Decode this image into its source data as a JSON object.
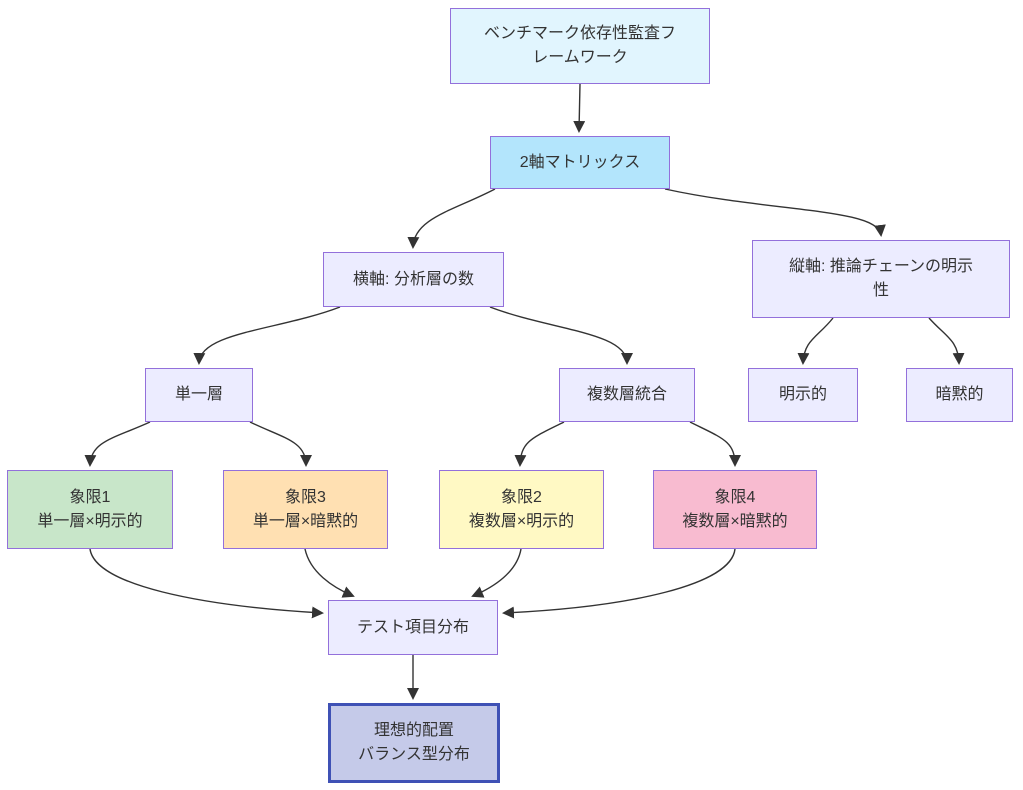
{
  "diagram": {
    "type": "flowchart",
    "edge_color": "#333333",
    "default_stroke": "#9370db",
    "nodes": {
      "root": {
        "label": "ベンチマーク依存性監査フ\nレームワーク",
        "fill": "#e1f5fe",
        "stroke": "#9370db"
      },
      "matrix": {
        "label": "2軸マトリックス",
        "fill": "#b3e5fc",
        "stroke": "#9370db"
      },
      "xaxis": {
        "label": "横軸: 分析層の数",
        "fill": "#ececff",
        "stroke": "#9370db"
      },
      "yaxis": {
        "label": "縦軸: 推論チェーンの明示\n性",
        "fill": "#ececff",
        "stroke": "#9370db"
      },
      "single": {
        "label": "単一層",
        "fill": "#ececff",
        "stroke": "#9370db"
      },
      "multi": {
        "label": "複数層統合",
        "fill": "#ececff",
        "stroke": "#9370db"
      },
      "explicit": {
        "label": "明示的",
        "fill": "#ececff",
        "stroke": "#9370db"
      },
      "implicit": {
        "label": "暗黙的",
        "fill": "#ececff",
        "stroke": "#9370db"
      },
      "q1": {
        "label": "象限1\n単一層×明示的",
        "fill": "#c8e6c9",
        "stroke": "#9370db"
      },
      "q3": {
        "label": "象限3\n単一層×暗黙的",
        "fill": "#ffe0b2",
        "stroke": "#9370db"
      },
      "q2": {
        "label": "象限2\n複数層×明示的",
        "fill": "#fff9c4",
        "stroke": "#9370db"
      },
      "q4": {
        "label": "象限4\n複数層×暗黙的",
        "fill": "#f8bbd0",
        "stroke": "#9370db"
      },
      "dist": {
        "label": "テスト項目分布",
        "fill": "#ececff",
        "stroke": "#9370db"
      },
      "ideal": {
        "label": "理想的配置\nバランス型分布",
        "fill": "#c5cae9",
        "stroke": "#3f51b5",
        "stroke_width": 3
      }
    },
    "edges": [
      {
        "from": "root",
        "to": "matrix"
      },
      {
        "from": "matrix",
        "to": "xaxis"
      },
      {
        "from": "matrix",
        "to": "yaxis"
      },
      {
        "from": "xaxis",
        "to": "single"
      },
      {
        "from": "xaxis",
        "to": "multi"
      },
      {
        "from": "yaxis",
        "to": "explicit"
      },
      {
        "from": "yaxis",
        "to": "implicit"
      },
      {
        "from": "single",
        "to": "q1"
      },
      {
        "from": "single",
        "to": "q3"
      },
      {
        "from": "multi",
        "to": "q2"
      },
      {
        "from": "multi",
        "to": "q4"
      },
      {
        "from": "q1",
        "to": "dist"
      },
      {
        "from": "q3",
        "to": "dist"
      },
      {
        "from": "q2",
        "to": "dist"
      },
      {
        "from": "q4",
        "to": "dist"
      },
      {
        "from": "dist",
        "to": "ideal"
      }
    ]
  }
}
